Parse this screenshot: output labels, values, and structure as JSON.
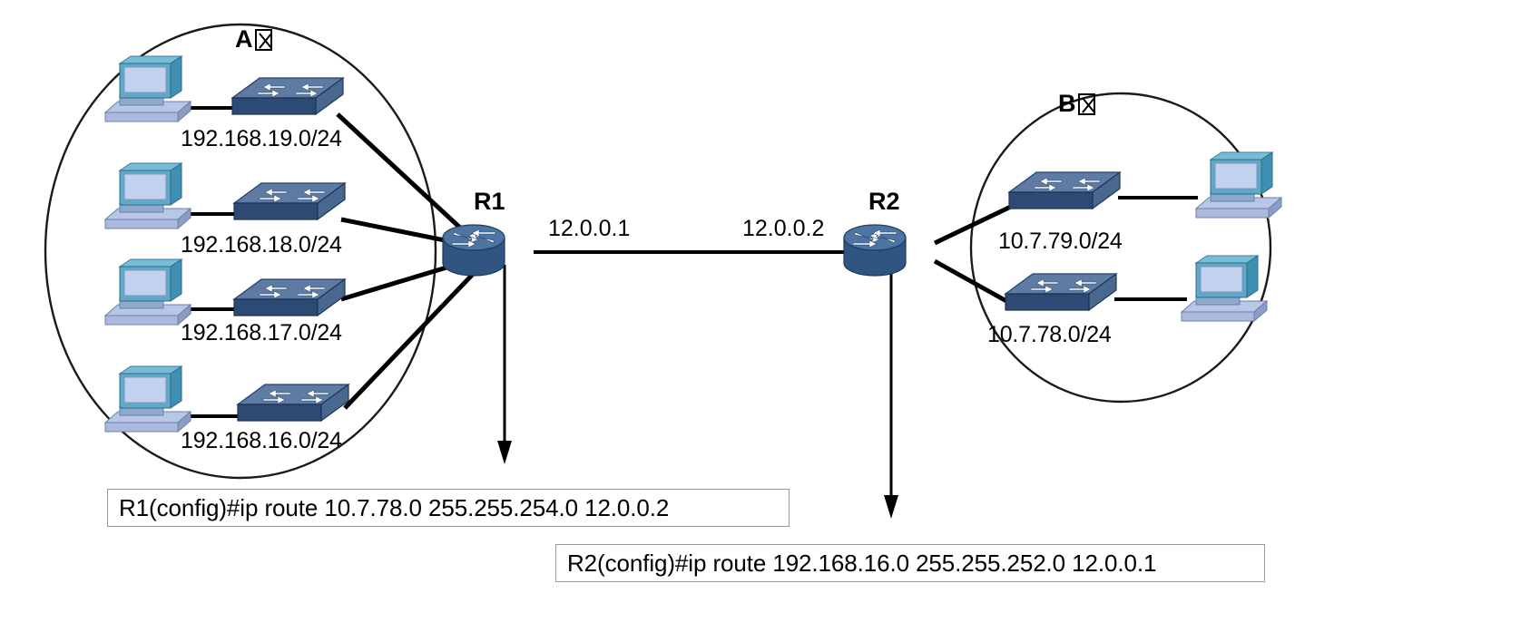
{
  "diagram": {
    "title": "Static routing between two networks via R1 and R2",
    "background": "#ffffff"
  },
  "zones": [
    {
      "id": "zone-a",
      "label": "A",
      "missing_glyph": true
    },
    {
      "id": "zone-b",
      "label": "B",
      "missing_glyph": true
    }
  ],
  "routers": [
    {
      "id": "r1",
      "label": "R1"
    },
    {
      "id": "r2",
      "label": "R2"
    }
  ],
  "interfaces": [
    {
      "id": "r1-wan",
      "label": "12.0.0.1"
    },
    {
      "id": "r2-wan",
      "label": "12.0.0.2"
    }
  ],
  "left_subnets": [
    {
      "id": "net-19",
      "label": "192.168.19.0/24"
    },
    {
      "id": "net-18",
      "label": "192.168.18.0/24"
    },
    {
      "id": "net-17",
      "label": "192.168.17.0/24"
    },
    {
      "id": "net-16",
      "label": "192.168.16.0/24"
    }
  ],
  "right_subnets": [
    {
      "id": "net-79",
      "label": "10.7.79.0/24"
    },
    {
      "id": "net-78",
      "label": "10.7.78.0/24"
    }
  ],
  "commands": [
    {
      "id": "cmd-r1",
      "text": "R1(config)#ip route  10.7.78.0 255.255.254.0 12.0.0.2"
    },
    {
      "id": "cmd-r2",
      "text": "R2(config)#ip route  192.168.16.0  255.255.252.0 12.0.0.1"
    }
  ],
  "colors": {
    "router_top": "#4d74a3",
    "router_body": "#2f5580",
    "switch_top": "#5d7ba3",
    "switch_front": "#2c4a73",
    "pc_screen": "#c2d2ee",
    "pc_bezel": "#4f9fc4",
    "pc_base": "#aab9dd",
    "link": "#000000",
    "cloud_stroke": "#1a1a1a",
    "box_border": "#9a9a9a"
  }
}
